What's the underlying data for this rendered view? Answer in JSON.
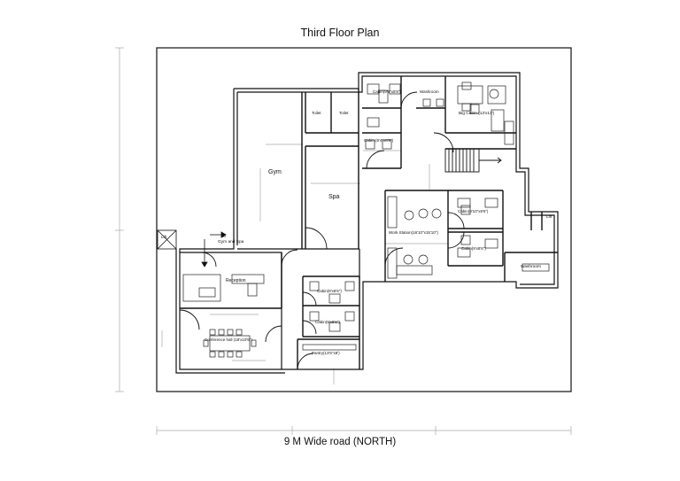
{
  "title": "Third Floor Plan",
  "footer": "9 M Wide road (NORTH)",
  "rooms": {
    "gym": "Gym",
    "spa": "Spa",
    "toilet_1": "Toilet",
    "toilet_2": "Toilet",
    "cabin_top": "Cabin(9'8\"x8'8\")",
    "washroom_top": "Washroom",
    "big_cabin": "Big Cabin (13'x13')",
    "cabin_mid": "Cabin (9'4\"x8'6\")",
    "lift_right": "Lift",
    "work_station": "Work Station(16'10\"x15'10\")",
    "cabin_ws_1": "Cabin(9'10\"x8'6\")",
    "cabin_ws_2": "Cabin(9'x8'6\")",
    "washroom_right": "Washroom",
    "lift_left": "Lift",
    "to_gym": "To",
    "gym_and_spa": "Gym and Spa",
    "reception": "Reception",
    "cabin_bottom_1": "Cabin(9'x8'6\")",
    "cabin_bottom_2": "Cabin(9'x8'6\")",
    "conference": "Conference hall (18'x10'6\")",
    "pantry": "Pantry(13'6\"x8')"
  }
}
